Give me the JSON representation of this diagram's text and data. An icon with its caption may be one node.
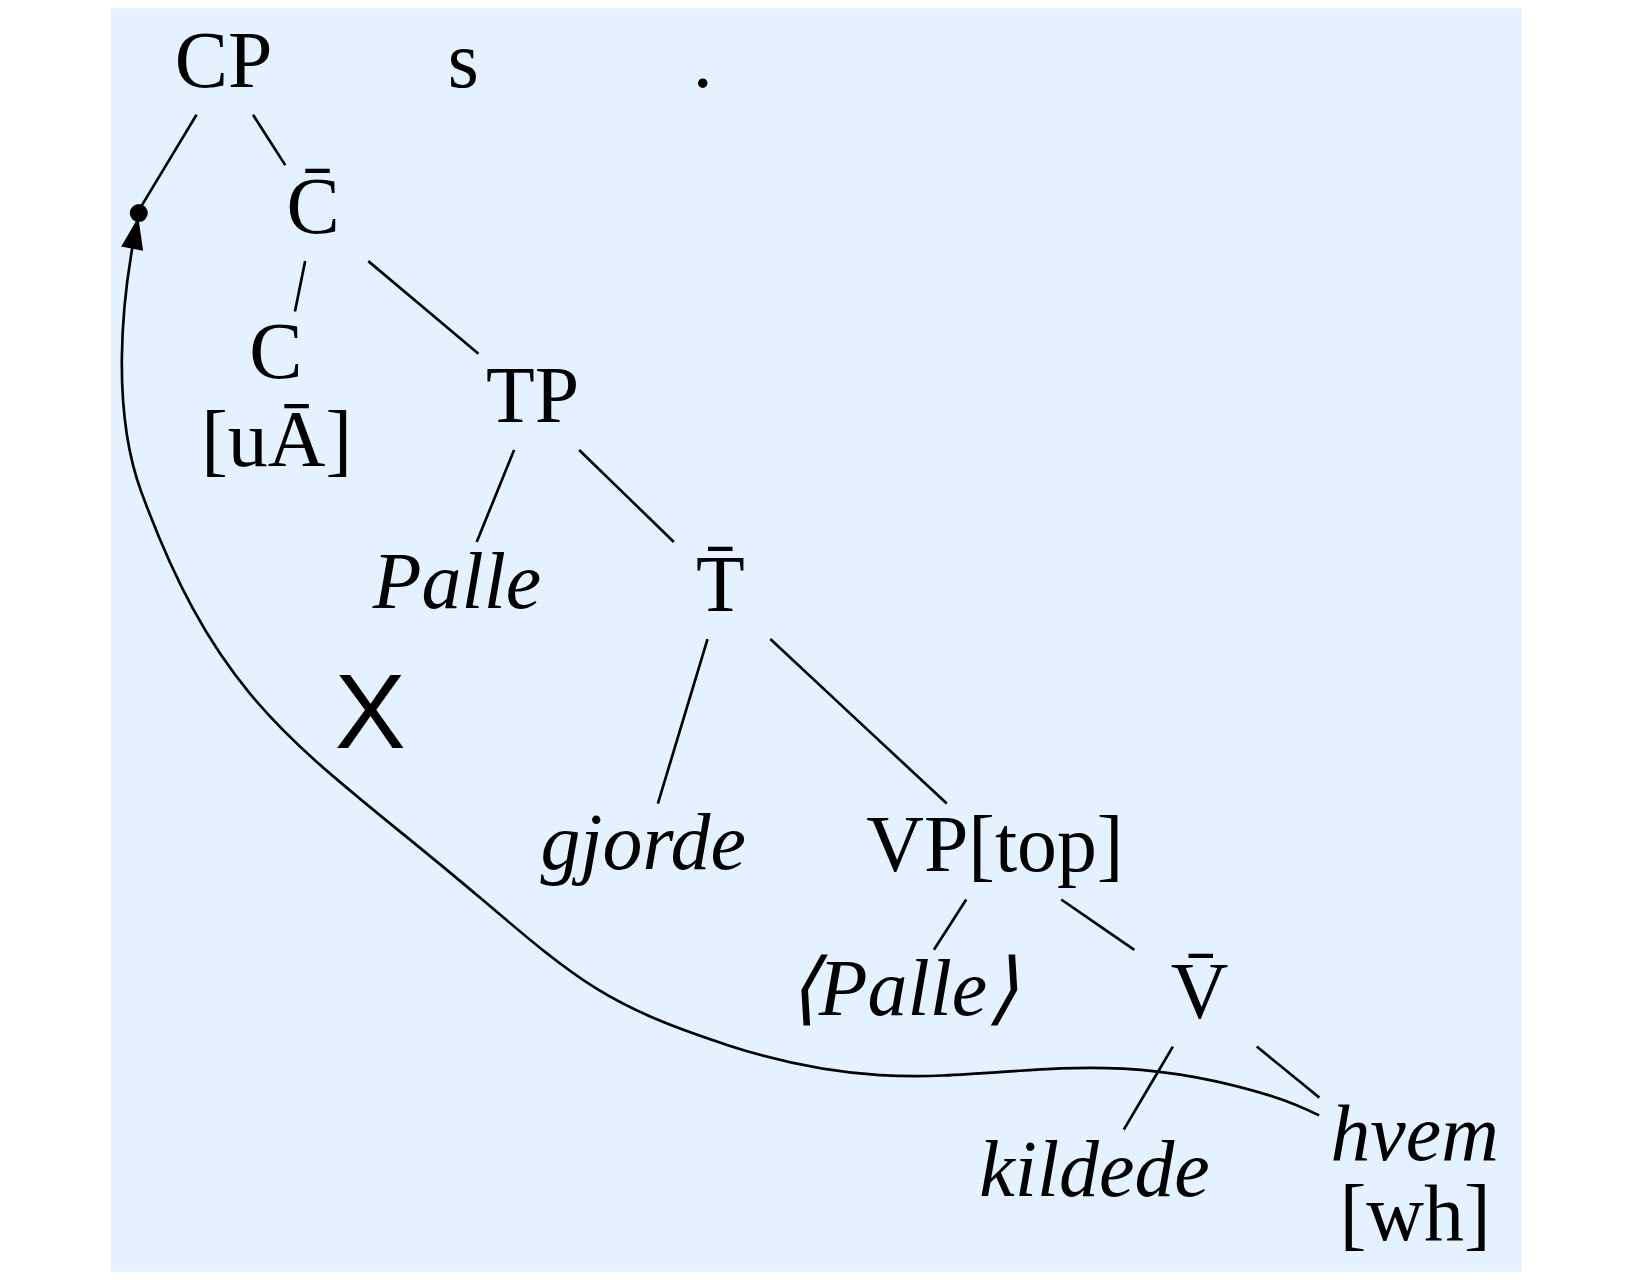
{
  "diagram": {
    "nodes": [
      {
        "text": [
          "CP"
        ]
      },
      {
        "text": [],
        "shape": "point"
      },
      {
        "text": [
          "C̄"
        ]
      },
      {
        "text": [
          "C",
          "[uĀ]"
        ]
      },
      {
        "text": [
          "TP"
        ]
      },
      {
        "text": [
          "Palle"
        ]
      },
      {
        "text": [
          "T̄"
        ]
      },
      {
        "text": [
          "gjorde"
        ]
      },
      {
        "text": [
          "VP[top]"
        ]
      },
      {
        "text": [
          "⟨Palle⟩"
        ]
      },
      {
        "text": [
          "V̄"
        ]
      },
      {
        "text": [
          "kildede"
        ]
      },
      {
        "text": [
          "hvem",
          "[wh]"
        ]
      }
    ],
    "edges": [
      {
        "from": 0,
        "to": 1,
        "arrow": "none"
      },
      {
        "from": 0,
        "to": 2,
        "arrow": "none"
      },
      {
        "from": 2,
        "to": 3,
        "arrow": "none"
      },
      {
        "from": 2,
        "to": 4,
        "arrow": "none"
      },
      {
        "from": 4,
        "to": 5,
        "arrow": "none"
      },
      {
        "from": 4,
        "to": 6,
        "arrow": "none"
      },
      {
        "from": 6,
        "to": 7,
        "arrow": "none"
      },
      {
        "from": 6,
        "to": 8,
        "arrow": "none"
      },
      {
        "from": 8,
        "to": 9,
        "arrow": "none"
      },
      {
        "from": 8,
        "to": 10,
        "arrow": "none"
      },
      {
        "from": 10,
        "to": 11,
        "arrow": "none"
      },
      {
        "from": 10,
        "to": 12,
        "arrow": "none"
      },
      {
        "from": 12,
        "to": 1,
        "arrow": "to",
        "label": "X"
      }
    ],
    "labels": [
      "s",
      "."
    ]
  }
}
